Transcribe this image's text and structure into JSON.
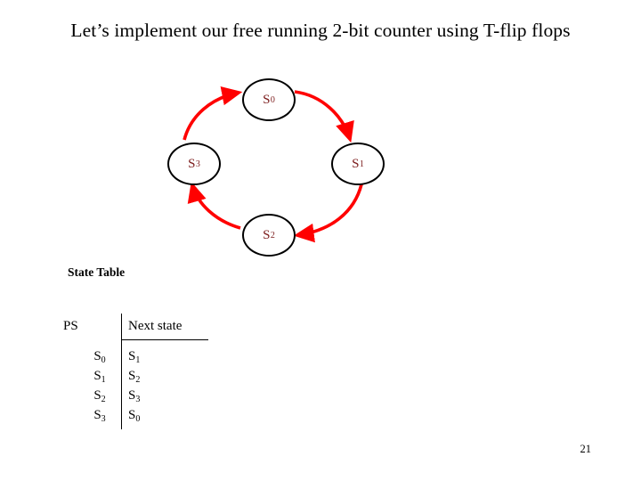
{
  "slide": {
    "title": "Let’s implement our free running 2-bit counter using T-flip flops",
    "page_number": "21"
  },
  "diagram": {
    "type": "state-transition-diagram",
    "node_text_color": "#7b1a1a",
    "arrow_color": "#ff0000",
    "node_border_color": "#000000",
    "nodes": [
      {
        "id": "S0",
        "base": "S",
        "sub": "0"
      },
      {
        "id": "S1",
        "base": "S",
        "sub": "1"
      },
      {
        "id": "S2",
        "base": "S",
        "sub": "2"
      },
      {
        "id": "S3",
        "base": "S",
        "sub": "3"
      }
    ],
    "transitions": [
      {
        "from": "S0",
        "to": "S1"
      },
      {
        "from": "S1",
        "to": "S2"
      },
      {
        "from": "S2",
        "to": "S3"
      },
      {
        "from": "S3",
        "to": "S0"
      }
    ]
  },
  "state_table": {
    "caption": "State Table",
    "headers": {
      "ps": "PS",
      "next_state": "Next state"
    },
    "rows": [
      {
        "ps_base": "S",
        "ps_sub": "0",
        "ns_base": "S",
        "ns_sub": "1"
      },
      {
        "ps_base": "S",
        "ps_sub": "1",
        "ns_base": "S",
        "ns_sub": "2"
      },
      {
        "ps_base": "S",
        "ps_sub": "2",
        "ns_base": "S",
        "ns_sub": "3"
      },
      {
        "ps_base": "S",
        "ps_sub": "3",
        "ns_base": "S",
        "ns_sub": "0"
      }
    ]
  }
}
